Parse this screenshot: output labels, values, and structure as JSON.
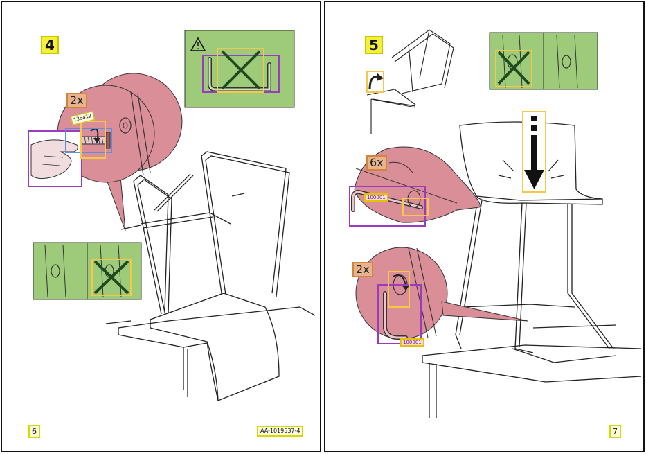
{
  "pages": [
    {
      "step_number": "4",
      "quantity_label": "2x",
      "part_number": "136412",
      "page_number": "6",
      "document_code": "AA-1019537-4"
    },
    {
      "step_number": "5",
      "quantity_label_top": "6x",
      "part_number_top": "100001",
      "quantity_label_bottom": "2x",
      "part_number_bottom": "100001",
      "page_number": "7"
    }
  ],
  "colors": {
    "callout_pink": "#d98e98",
    "panel_green": "#9ecb7a",
    "highlight_yellow": "#f5c84a",
    "highlight_purple": "#9a3bc0",
    "highlight_blue": "#5b8fe0",
    "wrong_mark": "#1f4a1f"
  },
  "icons": [
    "warning-icon",
    "allen-key-icon",
    "screw-icon",
    "arrow-down-icon",
    "rotate-arrow-icon"
  ]
}
